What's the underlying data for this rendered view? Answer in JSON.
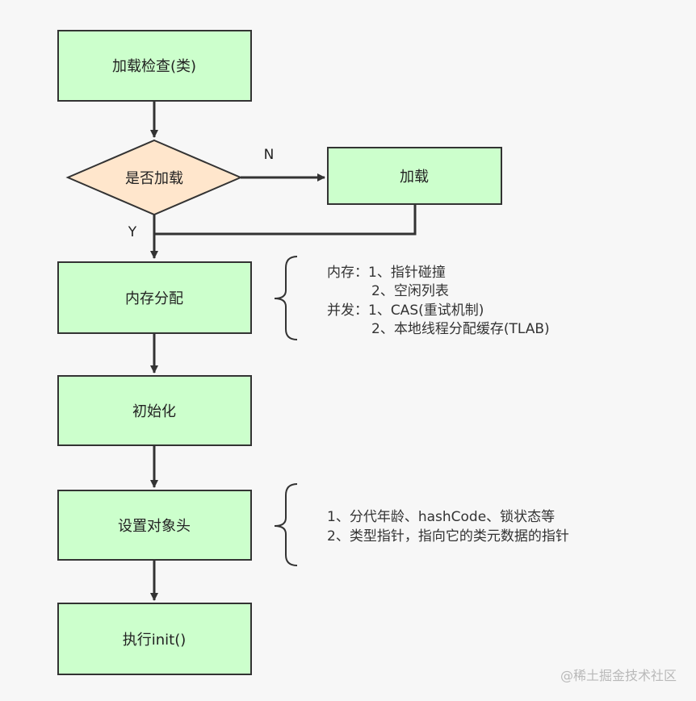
{
  "nodes": {
    "class_check": "加载检查(类)",
    "is_loaded": "是否加载",
    "load": "加载",
    "memory_alloc": "内存分配",
    "init_zero": "初始化",
    "set_header": "设置对象头",
    "exec_init": "执行init()"
  },
  "edges": {
    "no_label": "N",
    "yes_label": "Y"
  },
  "annotations": {
    "memory": {
      "line1": "内存：1、指针碰撞",
      "line2": "2、空闲列表",
      "line3": "并发：1、CAS(重试机制)",
      "line4": "2、本地线程分配缓存(TLAB)"
    },
    "header": {
      "line1": "1、分代年龄、hashCode、锁状态等",
      "line2": "2、类型指针，指向它的类元数据的指针"
    }
  },
  "watermark": "@稀土掘金技术社区",
  "colors": {
    "process_fill": "#ccffcc",
    "decision_fill": "#ffe6cc",
    "stroke": "#333333"
  }
}
